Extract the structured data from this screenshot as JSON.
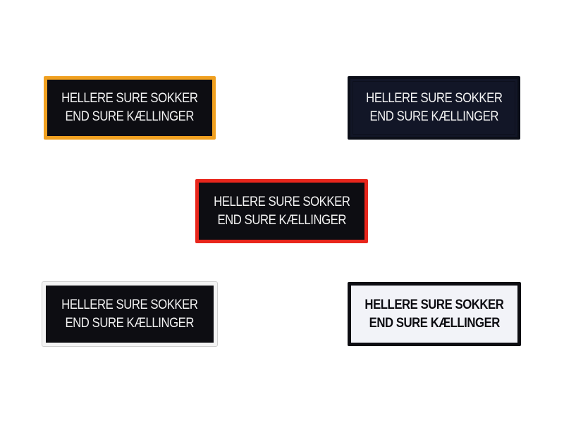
{
  "patches": [
    {
      "line1": "HELLERE SURE SOKKER",
      "line2": "END SURE KÆLLINGER",
      "border_color": "#f0a020",
      "background": "#0d0d12",
      "text_color": "#f2f2f2"
    },
    {
      "line1": "HELLERE SURE SOKKER",
      "line2": "END SURE KÆLLINGER",
      "border_color": "#10131f",
      "background": "#121627",
      "text_color": "#f2f2f2"
    },
    {
      "line1": "HELLERE SURE SOKKER",
      "line2": "END SURE KÆLLINGER",
      "border_color": "#e8261c",
      "background": "#0d0d12",
      "text_color": "#f2f2f2"
    },
    {
      "line1": "HELLERE SURE SOKKER",
      "line2": "END SURE KÆLLINGER",
      "border_color": "#f4f4f4",
      "background": "#0d0d12",
      "text_color": "#f2f2f2"
    },
    {
      "line1": "HELLERE SURE SOKKER",
      "line2": "END SURE KÆLLINGER",
      "border_color": "#0d0d12",
      "background": "#f2f3f8",
      "text_color": "#0d0d12"
    }
  ]
}
